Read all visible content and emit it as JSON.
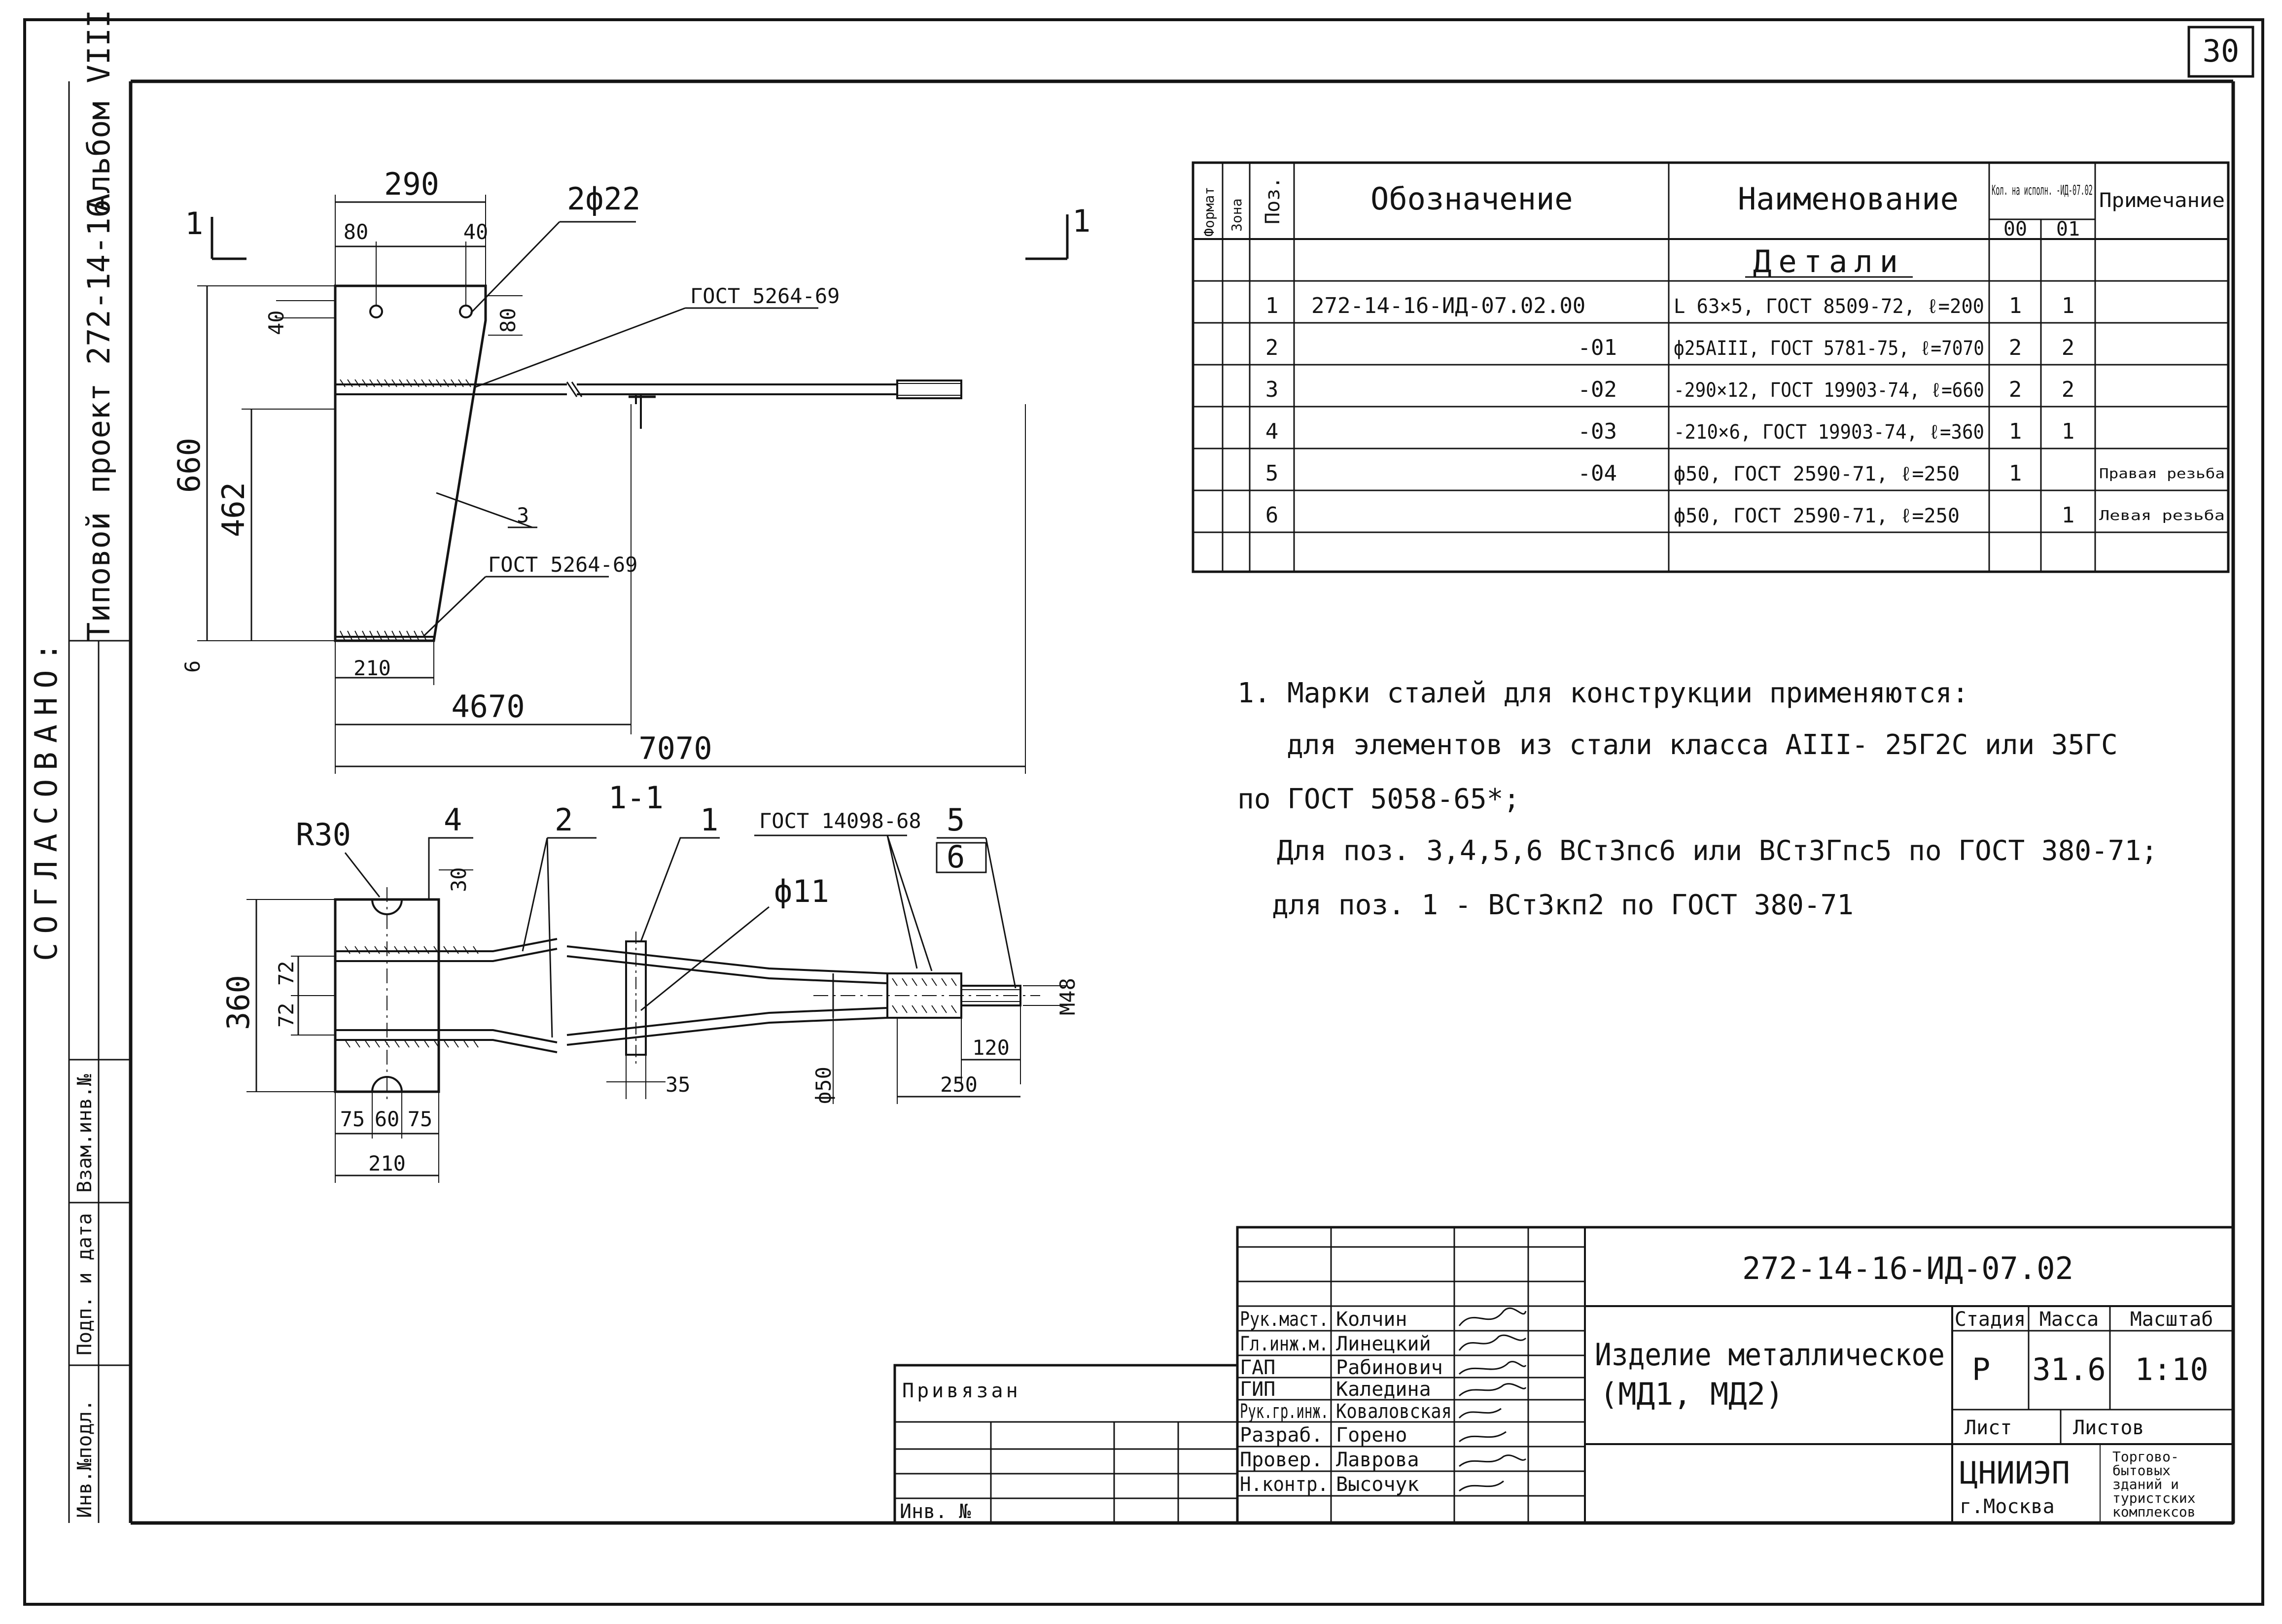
{
  "sheet": {
    "page_number": "30",
    "album_label": "Альбом VIII",
    "project_label": "Типовой проект 272-14-16",
    "soglasovano": "СОГЛАСОВАНО:",
    "side_stamp": [
      "Инв.№подл.",
      "Подп. и дата",
      "Взам.инв.№"
    ]
  },
  "elevation": {
    "section_mark": "1",
    "dims": {
      "top_width": "290",
      "d80": "80",
      "d40_top": "40",
      "d40_side": "40",
      "d80_side": "80",
      "height_660": "660",
      "height_462": "462",
      "d6": "6",
      "bottom_210": "210",
      "len_4670": "4670",
      "len_7070": "7070"
    },
    "labels": {
      "holes": "2ф22",
      "weld_top": "ГОСТ 5264-69",
      "weld_bottom": "ГОСТ 5264-69",
      "pos3": "3",
      "pos1_mark": "1"
    }
  },
  "section": {
    "title": "1-1",
    "labels": {
      "r30": "R30",
      "pos4": "4",
      "pos2": "2",
      "pos1": "1",
      "gost_14098": "ГОСТ 14098-68",
      "pos5": "5",
      "pos6": "6",
      "hole_11": "ф11",
      "m48": "М48"
    },
    "dims": {
      "d30": "30",
      "d360": "360",
      "d72a": "72",
      "d72b": "72",
      "d75a": "75",
      "d60": "60",
      "d75b": "75",
      "d210": "210",
      "d35": "35",
      "phi50": "ф50",
      "d120": "120",
      "d250": "250"
    }
  },
  "spec": {
    "headers": {
      "format": "Формат",
      "zone": "Зона",
      "pos": "Поз.",
      "designation": "Обозначение",
      "name": "Наименование",
      "qty": "Кол. на исполн. -ИД-07.02",
      "qty_00": "00",
      "qty_01": "01",
      "note": "Примечание"
    },
    "group_title": "Детали",
    "rows": [
      {
        "pos": "1",
        "designation": "272-14-16-ИД-07.02.00",
        "name": "L 63×5, ГОСТ 8509-72, ℓ=200",
        "q00": "1",
        "q01": "1",
        "note": ""
      },
      {
        "pos": "2",
        "designation": "-01",
        "name": "ф25АIII, ГОСТ 5781-75, ℓ=7070",
        "q00": "2",
        "q01": "2",
        "note": ""
      },
      {
        "pos": "3",
        "designation": "-02",
        "name": "-290×12, ГОСТ 19903-74, ℓ=660",
        "q00": "2",
        "q01": "2",
        "note": ""
      },
      {
        "pos": "4",
        "designation": "-03",
        "name": "-210×6, ГОСТ 19903-74, ℓ=360",
        "q00": "1",
        "q01": "1",
        "note": ""
      },
      {
        "pos": "5",
        "designation": "-04",
        "name": "ф50, ГОСТ 2590-71, ℓ=250",
        "q00": "1",
        "q01": "",
        "note": "Правая резьба"
      },
      {
        "pos": "6",
        "designation": "",
        "name": "ф50, ГОСТ 2590-71, ℓ=250",
        "q00": "",
        "q01": "1",
        "note": "Левая резьба"
      }
    ]
  },
  "notes": {
    "line1": "1. Марки сталей для конструкции применяются:",
    "line2": "для элементов из стали класса АIII- 25Г2С или 35ГС",
    "line3": "по ГОСТ 5058-65*;",
    "line4": "Для поз. 3,4,5,6 ВСт3пс6 или ВСт3Гпс5 по ГОСТ 380-71;",
    "line5": "для поз. 1 - ВСт3кп2 по ГОСТ 380-71"
  },
  "title_block": {
    "doc_code": "272-14-16-ИД-07.02",
    "item_name_1": "Изделие металлическое",
    "item_name_2": "(МД1, МД2)",
    "stage_label": "Стадия",
    "mass_label": "Масса",
    "scale_label": "Масштаб",
    "stage": "Р",
    "mass": "31.6",
    "scale": "1:10",
    "sheet_label": "Лист",
    "sheets_label": "Листов",
    "org": "ЦНИИЭП",
    "city": "г.Москва",
    "org_dept": [
      "Торгово-",
      "бытовых",
      "зданий и",
      "туристских",
      "комплексов"
    ],
    "privyazan": "Привязан",
    "inv_no": "Инв. №",
    "roles": [
      {
        "role": "Рук.маст.",
        "name": "Колчин"
      },
      {
        "role": "Гл.инж.м.",
        "name": "Линецкий"
      },
      {
        "role": "ГАП",
        "name": "Рабинович"
      },
      {
        "role": "ГИП",
        "name": "Каледина"
      },
      {
        "role": "Рук.гр.инж.",
        "name": "Коваловская"
      },
      {
        "role": "Разраб.",
        "name": "Горено"
      },
      {
        "role": "Провер.",
        "name": "Лаврова"
      },
      {
        "role": "Н.контр.",
        "name": "Высочук"
      }
    ]
  }
}
